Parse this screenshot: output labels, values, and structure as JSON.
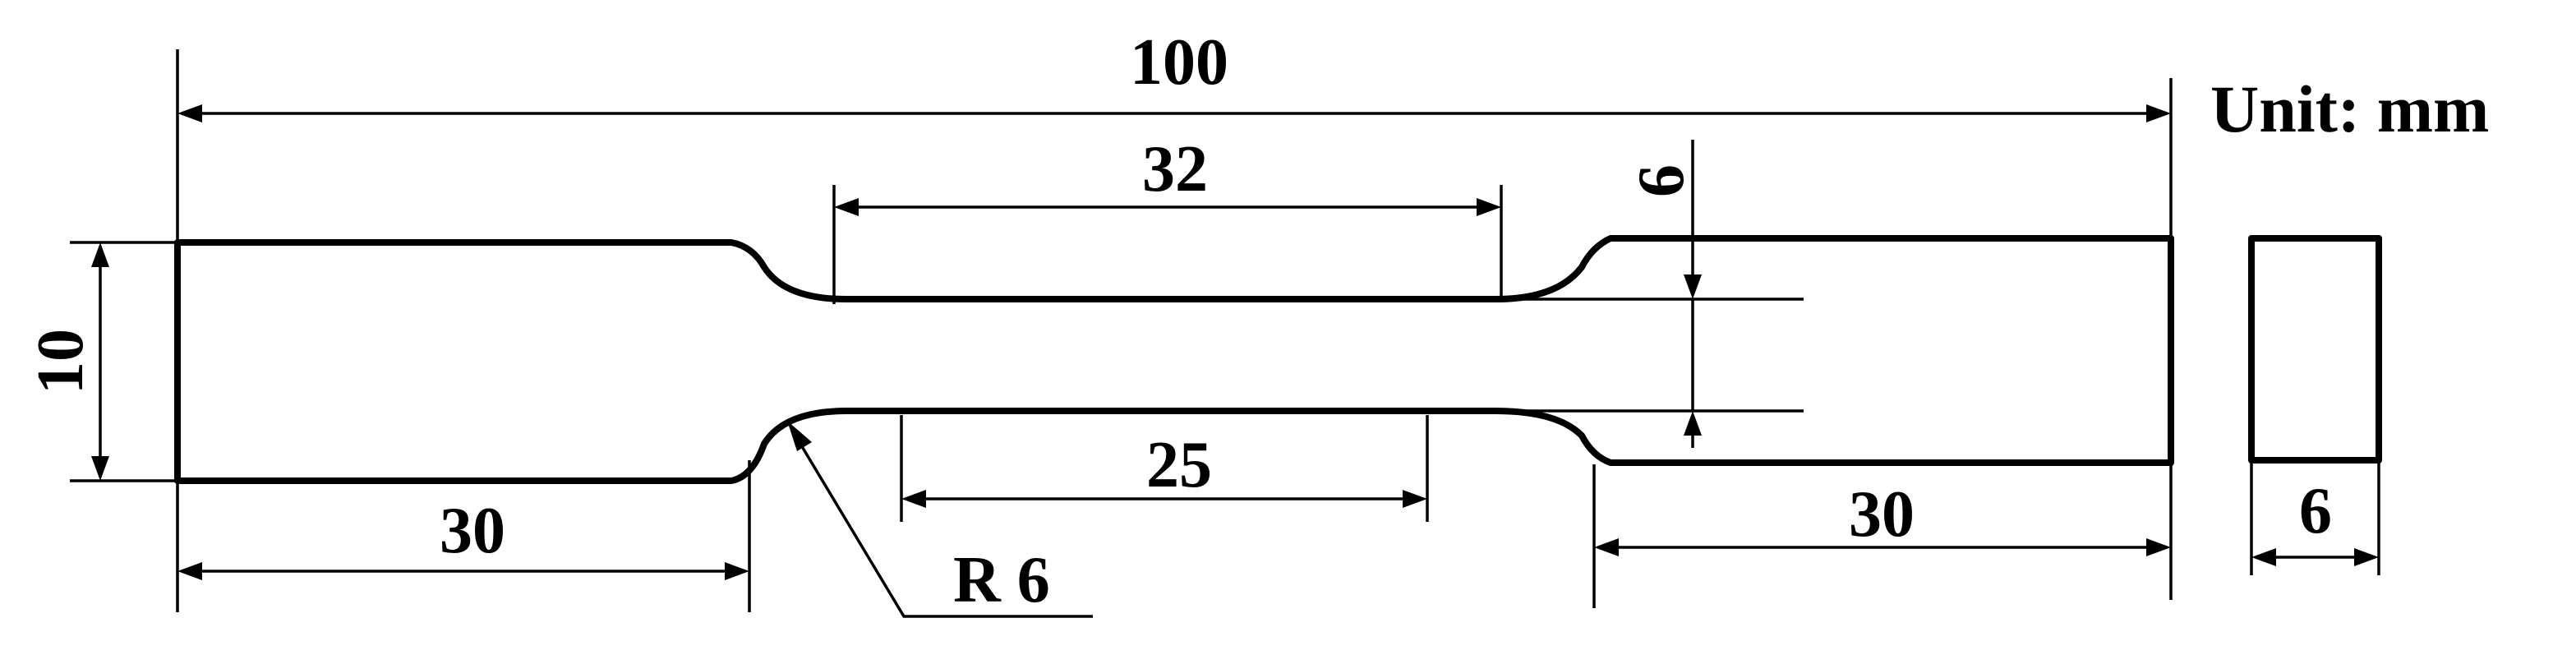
{
  "title": "",
  "unit_label": "Unit: mm",
  "dimensions": {
    "overall_length": "100",
    "parallel_length": "32",
    "gauge_length": "25",
    "grip_length_left": "30",
    "grip_length_right": "30",
    "grip_width": "10",
    "gauge_width": "6",
    "fillet_radius": "R 6",
    "thickness": "6"
  }
}
